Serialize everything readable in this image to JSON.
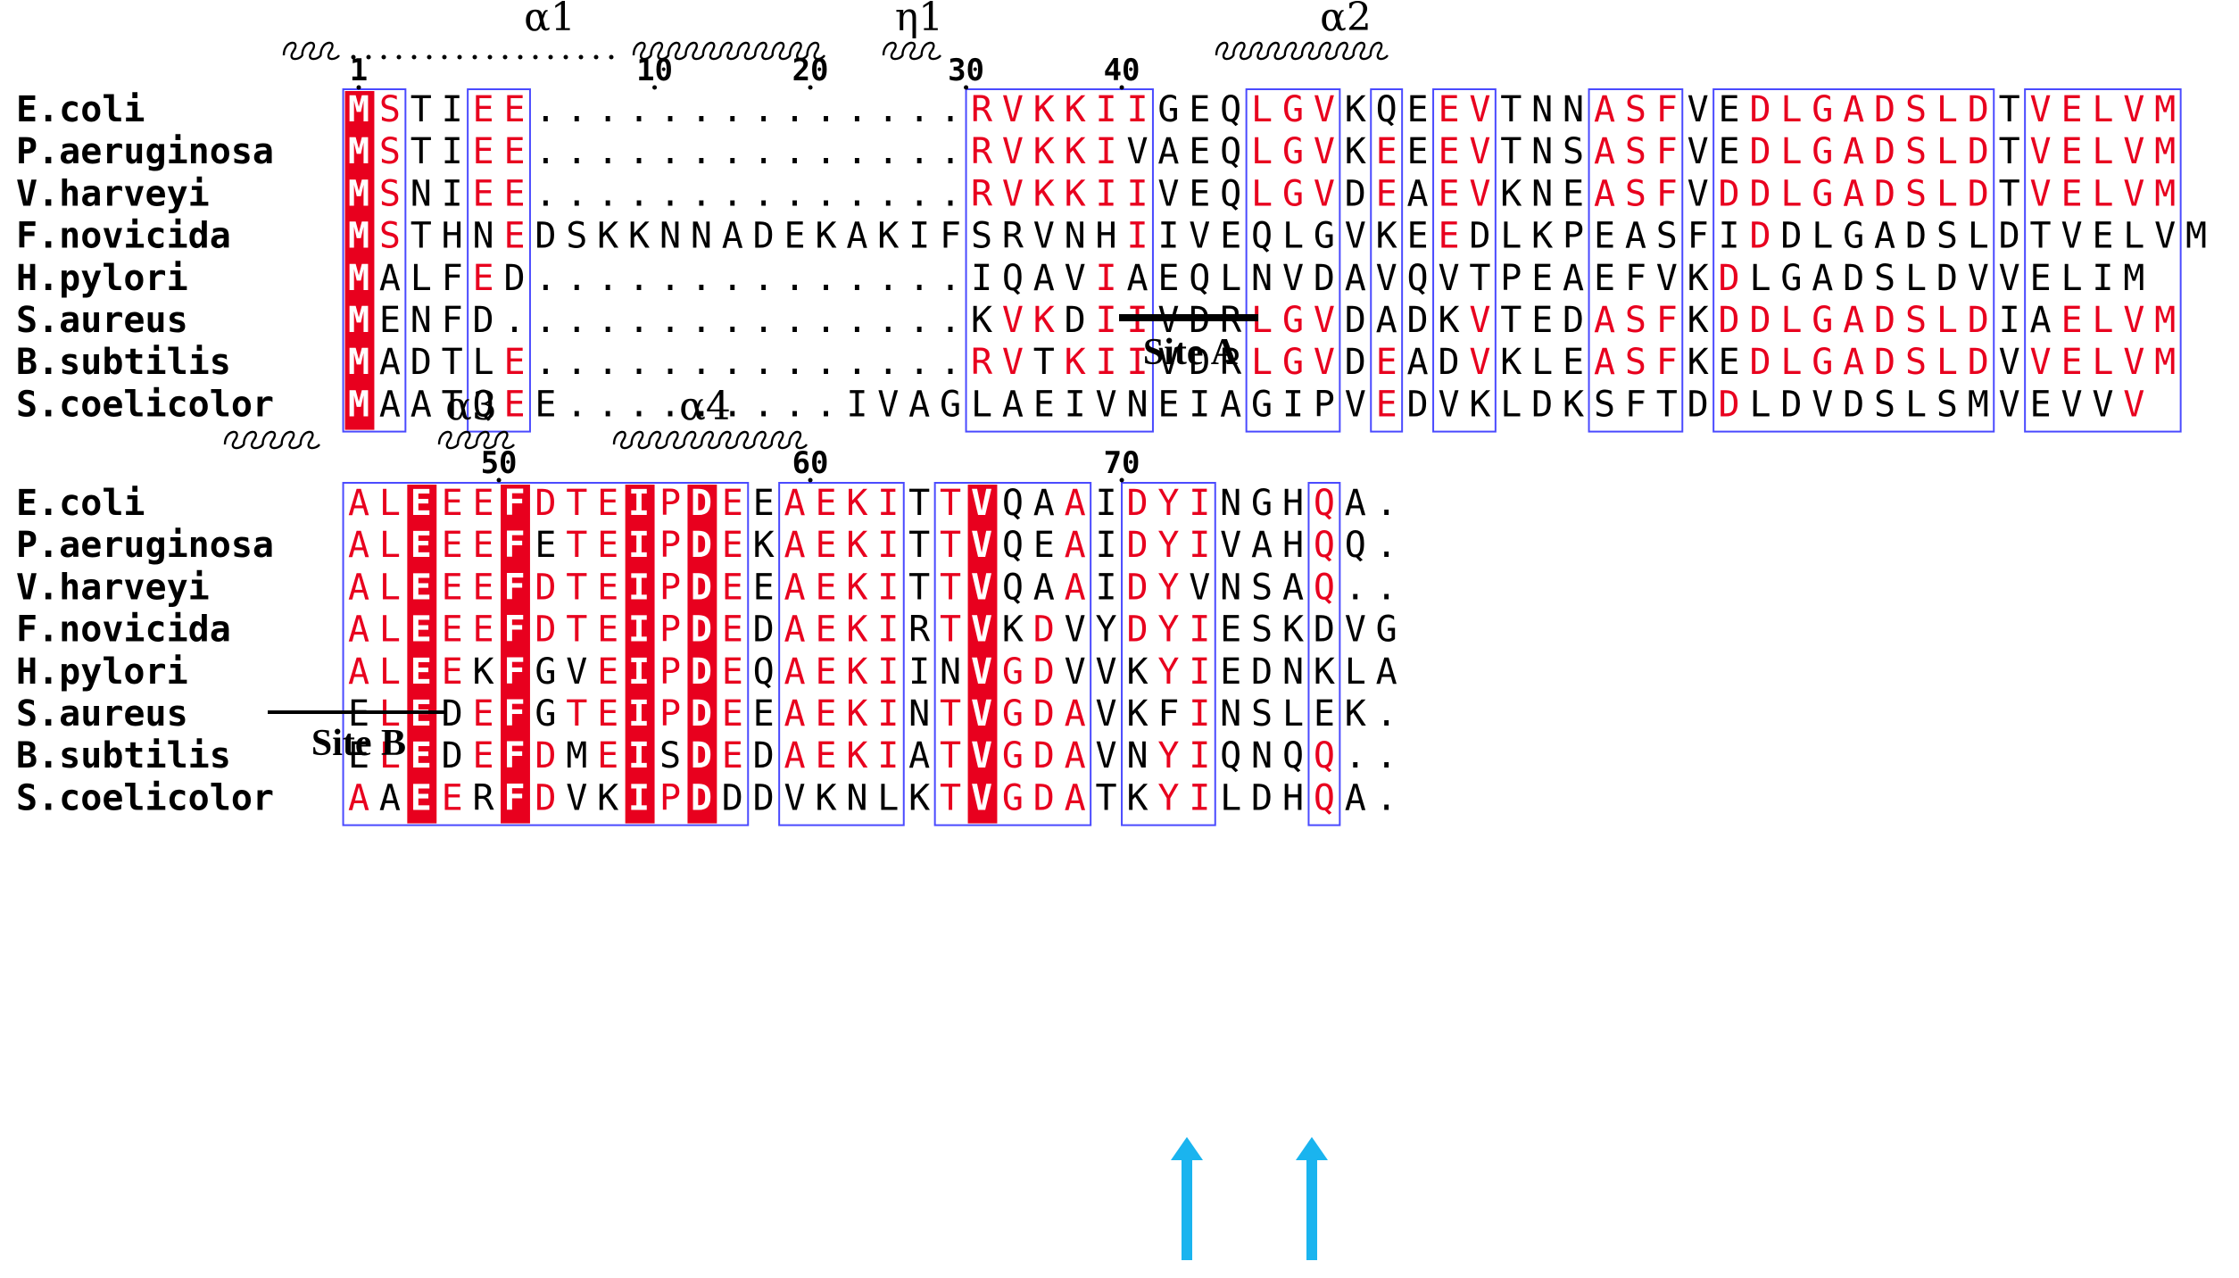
{
  "species": [
    "E.coli",
    "P.aeruginosa",
    "V.harveyi",
    "F.novicida",
    "H.pylori",
    "S.aureus",
    "B.subtilis",
    "S.coelicolor"
  ],
  "blocks": [
    {
      "numbers": [
        {
          "col": 0,
          "label": "1"
        },
        {
          "col": 9,
          "label": "10"
        },
        {
          "col": 14,
          "label": "20"
        },
        {
          "col": 19,
          "label": "30"
        },
        {
          "col": 24,
          "label": "40"
        }
      ],
      "sequences": [
        "MSTIEE..............RVKKIIGEQLGVKQEEVTNNASFVEDLGADSLDTVELVM",
        "MSTIEE..............RVKKIVAEQLGVKEEEVTNSASFVEDLGADSLDTVELVM",
        "MSNIEE..............RVKKIIVEQLGVDEAEVKNEASFVDDLGADSLDTVELVM",
        "MSTHNEDSKKNNADEKAKIFSRVNHIIVEQLGVKEEDLKPEASFIDDLGADSLDTVELVM",
        "MALFED..............IQAVIAEQLNVDAVQVTPEAEFVKDLGADSLDVVELIM",
        "MENFD...............KVKDIIVDRLGVDADKVTEDASFKDDLGADSLDIAELVM",
        "MADTLE..............RVTKIIVDRLGVDEADVKLEASFKEDLGADSLDVVELVM",
        "MAATQEE.........IVAGLAEIVNEIAGIPVEDVKLDKSFTDDLDVDSLSMVEVVV"
      ],
      "ss": [
        {
          "label": "α1",
          "type": "helix"
        },
        {
          "label": "η1",
          "type": "helix"
        },
        {
          "label": "α2",
          "type": "helix"
        }
      ],
      "site": "Site A"
    },
    {
      "numbers": [
        {
          "col": 4,
          "label": "50"
        },
        {
          "col": 14,
          "label": "60"
        },
        {
          "col": 24,
          "label": "70"
        }
      ],
      "sequences": [
        "ALEEEFDTEIPDEEAEKITTVQAAIDYINGHQA.",
        "ALEEEFETEIPDEKAEKITTVQEAIDYIVAHQQ.",
        "ALEEEFDTEIPDEEAEKITTVQAAIDYVNSAQ..",
        "ALEEEFDTEIPDEDAEKIRTVKDVYDYIESKDVG",
        "ALEEKFGVEIPDEQAEKIINVGDVVKYIEDNKLA",
        "ELEDEFGTEIPDEEAEKINTVGDAVKFINSLEK.",
        "ELEDEFDMEISDEDAEKIATVGDAVNYIQNQQ..",
        "AAEERFDVKIPDDDVKNLKTVGDATKYILDHQA."
      ],
      "ss": [
        {
          "label": "",
          "type": "helix"
        },
        {
          "label": "α3",
          "type": "helix"
        },
        {
          "label": "α4",
          "type": "helix"
        }
      ],
      "site": "Site B"
    }
  ],
  "colors": {
    "conserved_bg": "#e8001e",
    "conserved_fg": "#ffffff",
    "similar_fg": "#e8001e",
    "box": "#4a4aff",
    "arrow": "#1ab4ef"
  },
  "arrows": {
    "count": 2,
    "meaning": "two highlighted positions below block 2"
  }
}
